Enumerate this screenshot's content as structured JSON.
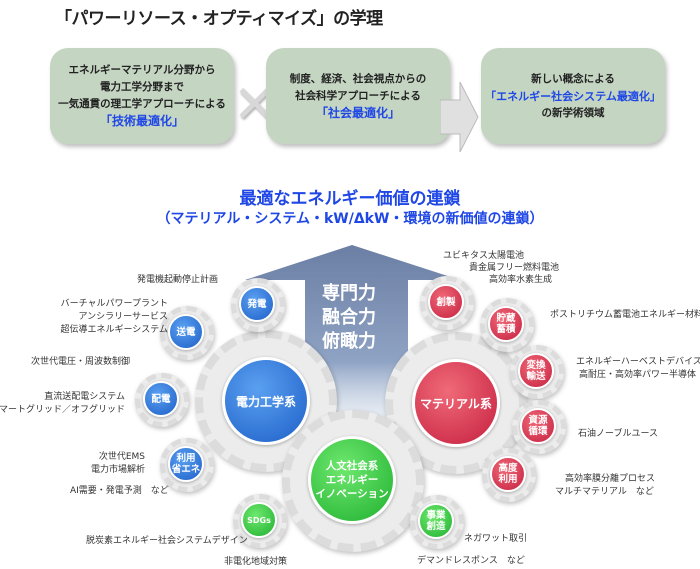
{
  "title": "「パワーリソース・オプティマイズ」の学理",
  "boxes": [
    {
      "lines": [
        "エネルギーマテリアル分野から",
        "電力工学分野まで",
        "一気通貫の理工学アプローチによる"
      ],
      "highlight": "「技術最適化」"
    },
    {
      "lines": [
        "制度、経済、社会視点からの",
        "社会科学アプローチによる"
      ],
      "highlight": "「社会最適化」"
    },
    {
      "lines": [
        "新しい概念による"
      ],
      "highlight": "「エネルギー社会システム最適化」",
      "after": "の新学術領域"
    }
  ],
  "operators": {
    "cross": "✕"
  },
  "heading": "最適なエネルギー価値の連鎖",
  "subheading": "（マテリアル・システム・kW/ΔkW・環境の新価値の連鎖）",
  "powers": [
    "専門力",
    "融合力",
    "俯瞰力"
  ],
  "main_gears": {
    "electric": "電力工学系",
    "material": "マテリアル系",
    "social": [
      "人文社会系",
      "エネルギー",
      "イノベーション"
    ]
  },
  "small_gears": {
    "hatsuden": "発電",
    "soden": "送電",
    "haiden": "配電",
    "riyou": [
      "利用",
      "省エネ"
    ],
    "sdgs": "SDGs",
    "sousei": "創製",
    "chozou": [
      "貯蔵",
      "蓄積"
    ],
    "henkan": [
      "変換",
      "輸送"
    ],
    "shigen": [
      "資源",
      "循環"
    ],
    "koudo": [
      "高度",
      "利用"
    ],
    "jigyou": [
      "事業",
      "創造"
    ]
  },
  "labels": {
    "hatsuden": [
      "発電機起動停止計画"
    ],
    "soden": [
      "バーチャルパワープラント",
      "アンシラリーサービス",
      "超伝導エネルギーシステム"
    ],
    "jisedai": [
      "次世代電圧・周波数制御"
    ],
    "haiden": [
      "直流送配電システム",
      "次世代スマートグリッド／オフグリッド"
    ],
    "riyou": [
      "次世代EMS",
      "電力市場解析"
    ],
    "ai": [
      "AI需要・発電予測　など"
    ],
    "sdgs": [
      "脱炭素エネルギー社会システムデザイン"
    ],
    "hiden": [
      "非電化地域対策"
    ],
    "sousei": [
      "ユビキタス太陽電池",
      "貴金属フリー燃料電池",
      "高効率水素生成"
    ],
    "chozou": [
      "ポストリチウム蓄電池エネルギー材料"
    ],
    "henkan": [
      "エネルギーハーベストデバイス",
      "高耐圧・高効率パワー半導体"
    ],
    "shigen": [
      "石油ノーブルユース"
    ],
    "koudo": [
      "高効率膜分離プロセス",
      "マルチマテリアル　など"
    ],
    "jigyou": [
      "ネガワット取引"
    ],
    "demand": [
      "デマンドレスポンス　など"
    ]
  },
  "colors": {
    "accent": "#1f47e6",
    "box": "#c4d5c2",
    "arrow": "#6b7ea4"
  }
}
